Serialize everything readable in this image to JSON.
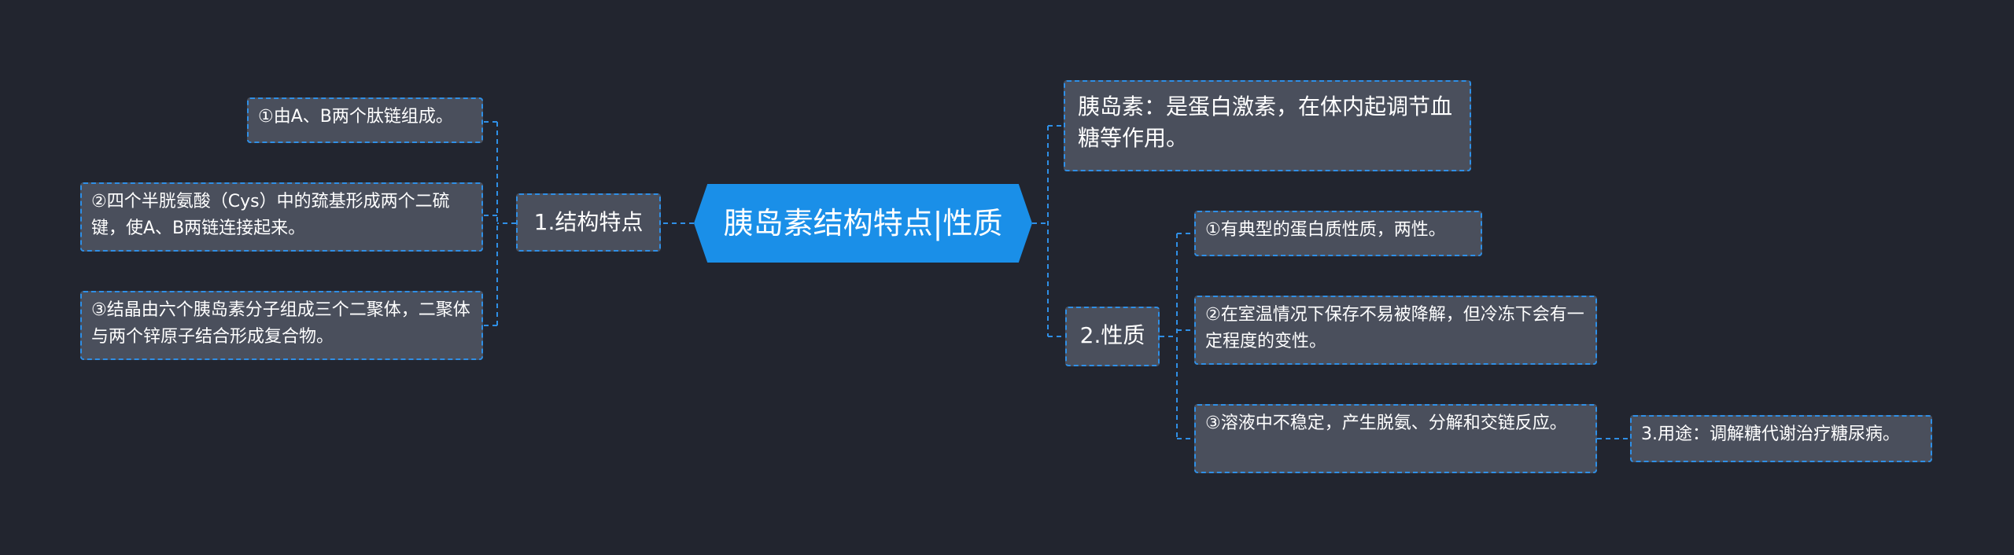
{
  "title": "胰岛素结构特点|性质",
  "branches": {
    "structure": {
      "label": "1.结构特点",
      "items": [
        "①由A、B两个肽链组成。",
        "②四个半胱氨酸（Cys）中的巯基形成两个二硫键，使A、B两链连接起来。",
        "③结晶由六个胰岛素分子组成三个二聚体，二聚体与两个锌原子结合形成复合物。"
      ]
    },
    "intro": "胰岛素：是蛋白激素，在体内起调节血糖等作用。",
    "properties": {
      "label": "2.性质",
      "items": [
        "①有典型的蛋白质性质，两性。",
        "②在室温情况下保存不易被降解，但冷冻下会有一定程度的变性。",
        "③溶液中不稳定，产生脱氨、分解和交链反应。"
      ]
    },
    "usage": "3.用途：调解糖代谢治疗糖尿病。"
  },
  "colors": {
    "background": "#22252f",
    "root": "#1a8fe8",
    "node": "#4a4f5c",
    "connector": "#2f8fe6"
  }
}
